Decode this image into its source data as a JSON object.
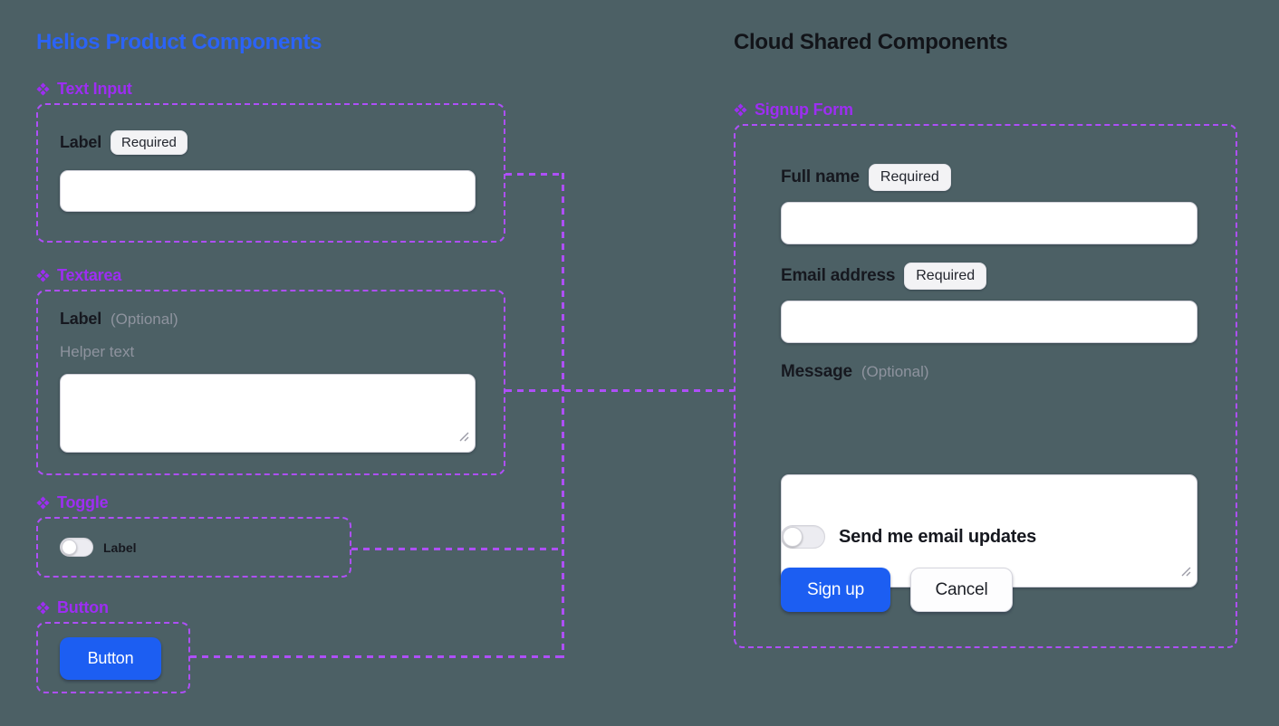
{
  "colors": {
    "canvas_background": "#4c6065",
    "frame_dash_purple": "#ae4ff8",
    "component_label_purple": "#9d2ef2",
    "helios_title_blue": "#2b63f6",
    "shared_title_dark": "#121419",
    "primary_button_blue": "#1c5ef2",
    "muted_text_gray": "#8e939e"
  },
  "left": {
    "title": "Helios Product Components",
    "text_input": {
      "component_label": "Text Input",
      "field_label": "Label",
      "badge": "Required",
      "value": "",
      "placeholder": ""
    },
    "textarea": {
      "component_label": "Textarea",
      "field_label": "Label",
      "optional_note": "(Optional)",
      "helper_text": "Helper text",
      "value": "",
      "placeholder": ""
    },
    "toggle": {
      "component_label": "Toggle",
      "label": "Label",
      "state": "off"
    },
    "button": {
      "component_label": "Button",
      "label": "Button"
    }
  },
  "right": {
    "title": "Cloud Shared Components",
    "signup_form": {
      "component_label": "Signup Form",
      "full_name": {
        "label": "Full name",
        "badge": "Required",
        "value": "",
        "placeholder": ""
      },
      "email": {
        "label": "Email address",
        "badge": "Required",
        "value": "",
        "placeholder": ""
      },
      "message": {
        "label": "Message",
        "optional_note": "(Optional)",
        "value": "",
        "placeholder": ""
      },
      "email_updates_toggle": {
        "label": "Send me email updates",
        "state": "off"
      },
      "submit_label": "Sign up",
      "cancel_label": "Cancel"
    }
  }
}
